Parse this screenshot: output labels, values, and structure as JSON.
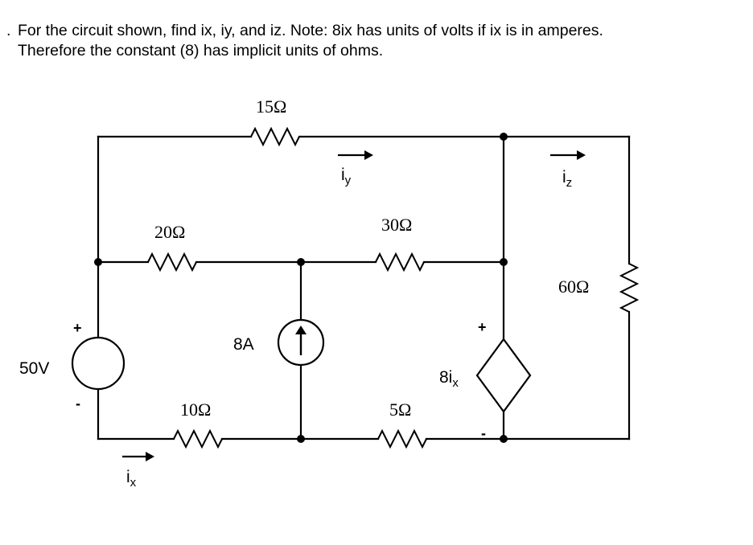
{
  "problem": {
    "bullet": ".",
    "line1": "For the circuit shown, find ix, iy, and iz.  Note: 8ix has units of volts if ix is in amperes.",
    "line2": "Therefore the constant (8) has implicit units of ohms."
  },
  "circuit": {
    "resistors": {
      "r15": "15Ω",
      "r20": "20Ω",
      "r30": "30Ω",
      "r60": "60Ω",
      "r10": "10Ω",
      "r5": "5Ω"
    },
    "voltage_source": {
      "label": "50V",
      "plus": "+",
      "minus": "-"
    },
    "current_source": {
      "label": "8A"
    },
    "dependent_source": {
      "label_main": "8i",
      "label_sub": "x",
      "plus": "+",
      "minus": "-"
    },
    "currents": {
      "ix": {
        "main": "i",
        "sub": "x"
      },
      "iy": {
        "main": "i",
        "sub": "y"
      },
      "iz": {
        "main": "i",
        "sub": "z"
      }
    }
  }
}
